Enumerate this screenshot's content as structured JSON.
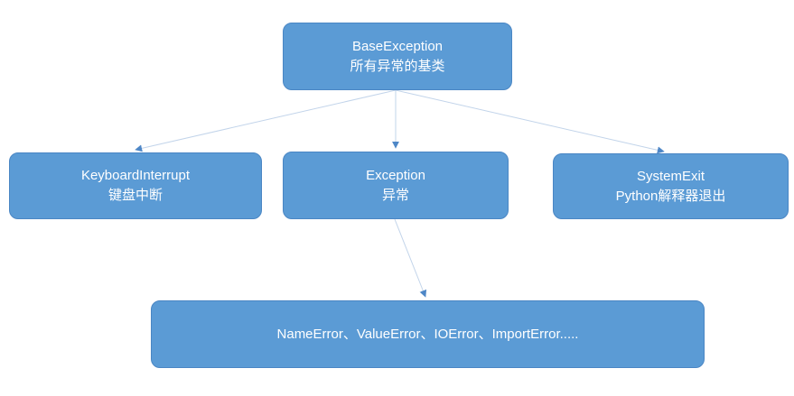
{
  "diagram": {
    "title_hint": "Python exception hierarchy",
    "nodes": {
      "base": {
        "title": "BaseException",
        "subtitle": "所有异常的基类"
      },
      "keyboard": {
        "title": "KeyboardInterrupt",
        "subtitle": "键盘中断"
      },
      "exception": {
        "title": "Exception",
        "subtitle": "异常"
      },
      "system_exit": {
        "title": "SystemExit",
        "subtitle": "Python解释器退出"
      },
      "errors": {
        "title": "NameError、ValueError、IOError、ImportError....."
      }
    },
    "edges": [
      {
        "from": "base",
        "to": "keyboard"
      },
      {
        "from": "base",
        "to": "exception"
      },
      {
        "from": "base",
        "to": "system_exit"
      },
      {
        "from": "exception",
        "to": "errors"
      }
    ]
  },
  "colors": {
    "background": "#FFFFFF",
    "node_fill": "#5B9BD5",
    "node_border": "#4A86C4",
    "connector_line": "#C2D4EA",
    "arrowhead": "#4E87C7",
    "text": "#FFFFFF"
  }
}
